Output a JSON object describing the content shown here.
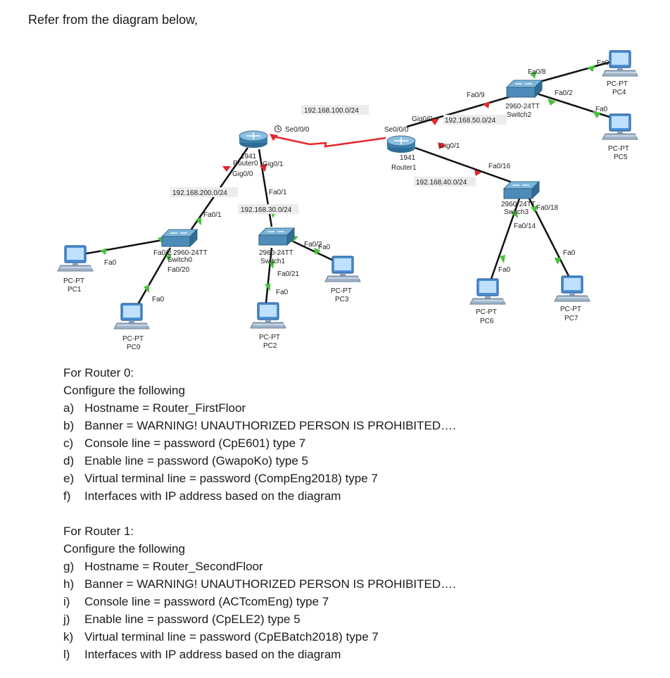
{
  "intro": "Refer from the diagram below,",
  "diagram": {
    "networks": {
      "n100": "192.168.100.0/24",
      "n50": "192.168.50.0/24",
      "n200": "192.168.200.0/24",
      "n30": "192.168.30.0/24",
      "n40": "192.168.40.0/24"
    },
    "router0": {
      "model": "1941",
      "name": "Router0",
      "ports": {
        "se": "Se0/0/0",
        "g1": "Gig0/1",
        "g0": "Gig0/0"
      }
    },
    "router1": {
      "model": "1941",
      "name": "Router1",
      "ports": {
        "se": "Se0/0/0",
        "g0": "Gig0/0",
        "g1": "Gig0/1"
      }
    },
    "switch0": {
      "model": "2960-24TT",
      "name": "Switch0",
      "ports": {
        "fa2": "Fa0/2",
        "fa1": "Fa0/1",
        "fa20": "Fa0/20"
      }
    },
    "switch1": {
      "model": "2960-24TT",
      "name": "Switch1",
      "ports": {
        "fa1": "Fa0/1",
        "fa2": "Fa0/2",
        "fa21": "Fa0/21"
      }
    },
    "switch2": {
      "model": "2960-24TT",
      "name": "Switch2",
      "ports": {
        "fa9": "Fa0/9",
        "fa8": "Fa0/8",
        "fa2": "Fa0/2"
      }
    },
    "switch3": {
      "model": "2960-24TT",
      "name": "Switch3",
      "ports": {
        "fa16": "Fa0/16",
        "fa18": "Fa0/18",
        "fa14": "Fa0/14"
      }
    },
    "pcs": {
      "pc0": {
        "type": "PC-PT",
        "name": "PC0",
        "port": "Fa0"
      },
      "pc1": {
        "type": "PC-PT",
        "name": "PC1",
        "port": "Fa0"
      },
      "pc2": {
        "type": "PC-PT",
        "name": "PC2",
        "port": "Fa0"
      },
      "pc3": {
        "type": "PC-PT",
        "name": "PC3",
        "port": "Fa0"
      },
      "pc4": {
        "type": "PC-PT",
        "name": "PC4",
        "port": "Fa0"
      },
      "pc5": {
        "type": "PC-PT",
        "name": "PC5",
        "port": "Fa0"
      },
      "pc6": {
        "type": "PC-PT",
        "name": "PC6",
        "port": "Fa0"
      },
      "pc7": {
        "type": "PC-PT",
        "name": "PC7",
        "port": "Fa0"
      }
    }
  },
  "router0_section": {
    "heading": "For Router 0:",
    "subheading": "Configure the following",
    "items": [
      {
        "letter": "a)",
        "text": "Hostname = Router_FirstFloor"
      },
      {
        "letter": "b)",
        "text": "Banner = WARNING! UNAUTHORIZED PERSON IS PROHIBITED…."
      },
      {
        "letter": "c)",
        "text": "Console line = password (CpE601) type 7"
      },
      {
        "letter": "d)",
        "text": "Enable line = password (GwapoKo) type 5"
      },
      {
        "letter": "e)",
        "text": "Virtual terminal line = password (CompEng2018) type 7"
      },
      {
        "letter": "f)",
        "text": "Interfaces with IP address based on the diagram"
      }
    ]
  },
  "router1_section": {
    "heading": "For Router 1:",
    "subheading": "Configure the following",
    "items": [
      {
        "letter": "g)",
        "text": "Hostname = Router_SecondFloor"
      },
      {
        "letter": "h)",
        "text": "Banner = WARNING! UNAUTHORIZED PERSON IS PROHIBITED…."
      },
      {
        "letter": "i)",
        "text": "Console line = password (ACTcomEng) type 7"
      },
      {
        "letter": "j)",
        "text": "Enable line = password (CpELE2) type 5"
      },
      {
        "letter": "k)",
        "text": "Virtual terminal line = password (CpEBatch2018) type 7"
      },
      {
        "letter": "l)",
        "text": "Interfaces with IP address based on the diagram"
      }
    ]
  }
}
